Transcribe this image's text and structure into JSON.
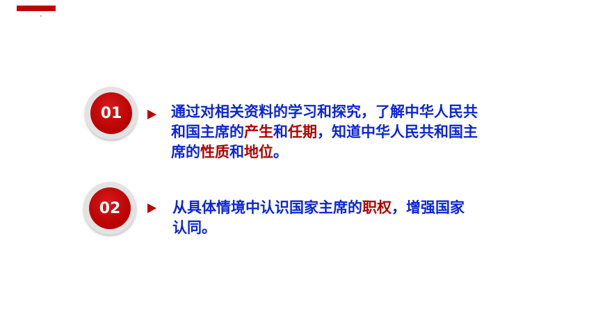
{
  "items": [
    {
      "number": "01",
      "segments": [
        {
          "text": "通过对相关资料的学习和探究，了解中华人民共",
          "highlight": false,
          "br": true
        },
        {
          "text": "和国主席的",
          "highlight": false
        },
        {
          "text": "产生",
          "highlight": true
        },
        {
          "text": "和",
          "highlight": false
        },
        {
          "text": "任期",
          "highlight": true
        },
        {
          "text": "，知道中华人民共和国主",
          "highlight": false,
          "br": true
        },
        {
          "text": "席的",
          "highlight": false
        },
        {
          "text": "性质",
          "highlight": true
        },
        {
          "text": "和",
          "highlight": false
        },
        {
          "text": "地位",
          "highlight": true
        },
        {
          "text": "。",
          "highlight": false
        }
      ]
    },
    {
      "number": "02",
      "segments": [
        {
          "text": "从具体情境中认识国家主席的",
          "highlight": false
        },
        {
          "text": "职权",
          "highlight": true
        },
        {
          "text": "，增强国家",
          "highlight": false,
          "br": true
        },
        {
          "text": "认同。",
          "highlight": false
        }
      ]
    }
  ],
  "colors": {
    "text": "#0b24d8",
    "highlight": "#b00000",
    "accent": "#c00000"
  }
}
